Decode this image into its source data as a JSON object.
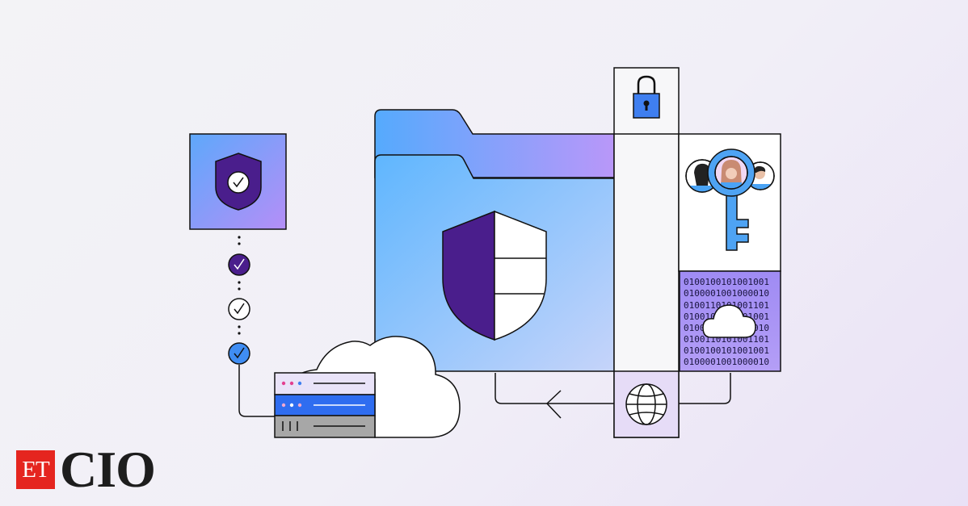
{
  "binary_lines": [
    "0100100101001001",
    "0100001001000010",
    "0100110101001101",
    "0100100101001001",
    "0100001001000010",
    "0100110101001101",
    "0100100101001001",
    "0100001001000010"
  ],
  "logo": {
    "prefix": "ET",
    "name": "CIO"
  },
  "colors": {
    "outline": "#111111",
    "deep_purple": "#4a1e8c",
    "accent_blue": "#3f8df3",
    "folder_blue": "#52aefd",
    "folder_lavender": "#b496f8",
    "server_blue": "#2f6df0",
    "logo_red": "#e5251f"
  }
}
